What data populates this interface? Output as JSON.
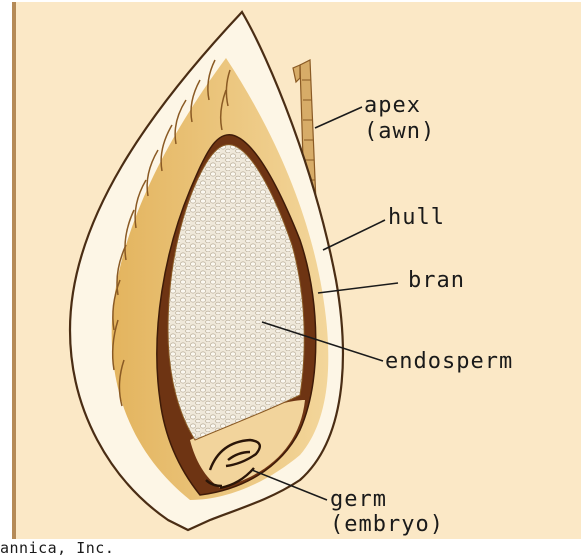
{
  "labels": {
    "apex": "apex",
    "awn": "(awn)",
    "hull": "hull",
    "bran": "bran",
    "endosperm": "endosperm",
    "germ": "germ",
    "embryo": "(embryo)"
  },
  "credit": "annica, Inc.",
  "colors": {
    "background": "#fbe8c6",
    "hull": "#fdf7ea",
    "bran": "#6e3413",
    "endosperm": "#ece5d6",
    "germ": "#f0d49a",
    "awn": "#c89a58"
  }
}
